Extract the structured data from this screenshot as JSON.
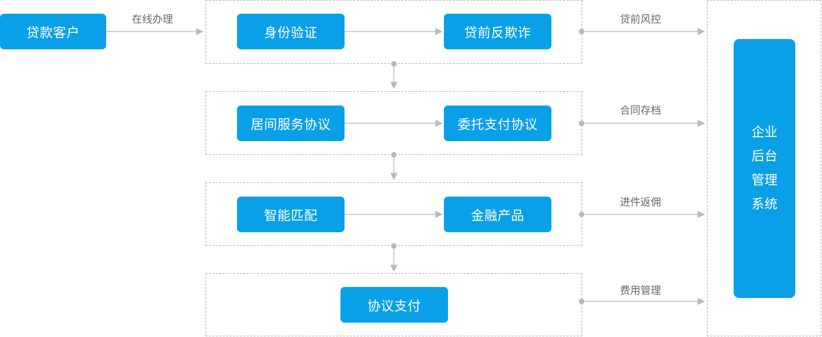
{
  "customer": {
    "label": "贷款客户"
  },
  "online_label": "在线办理",
  "stages": [
    {
      "left": "身份验证",
      "right": "贷前反欺诈",
      "output": "贷前风控"
    },
    {
      "left": "居间服务协议",
      "right": "委托支付协议",
      "output": "合同存档"
    },
    {
      "left": "智能匹配",
      "right": "金融产品",
      "output": "进件返佣"
    },
    {
      "single": "协议支付",
      "output": "费用管理"
    }
  ],
  "backend": {
    "lines": [
      "企业",
      "后台",
      "管理",
      "系统"
    ]
  },
  "colors": {
    "node_fill": "#0aa0e8",
    "line": "#b9b9b9",
    "label_text": "#666666"
  }
}
